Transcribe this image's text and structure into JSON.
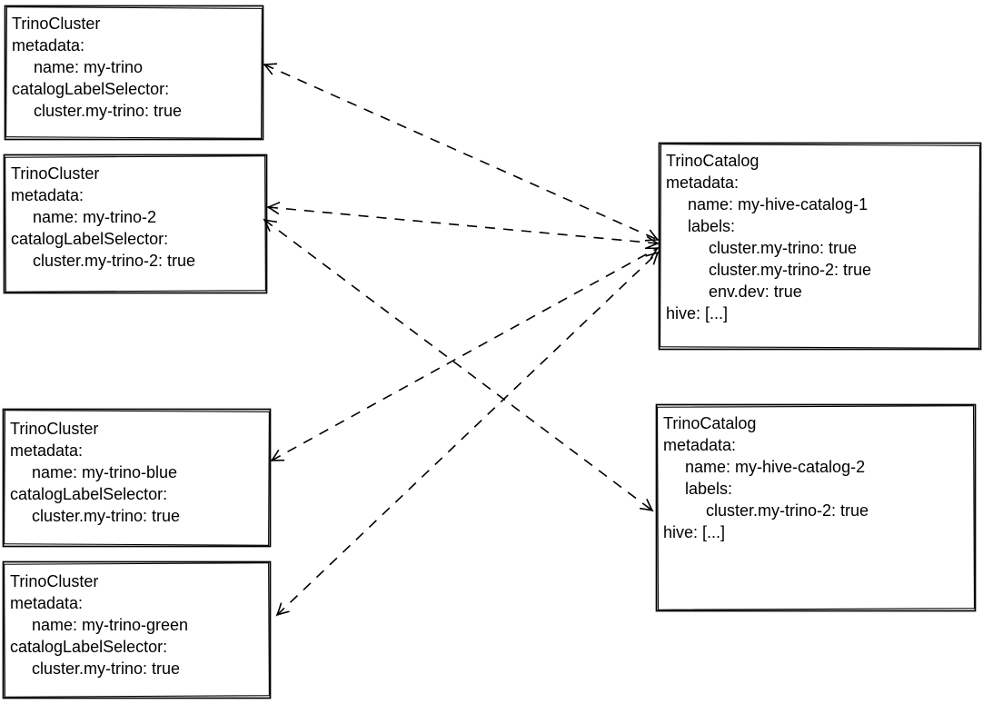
{
  "colors": {
    "background": "#ffffff",
    "stroke": "#000000",
    "text": "#000000"
  },
  "boxes": [
    {
      "kind": "TrinoCluster",
      "name": "my-trino",
      "lines": [
        "TrinoCluster",
        "metadata:",
        "name: my-trino",
        "catalogLabelSelector:",
        "cluster.my-trino: true"
      ]
    },
    {
      "kind": "TrinoCluster",
      "name": "my-trino-2",
      "lines": [
        "TrinoCluster",
        "metadata:",
        "name: my-trino-2",
        "catalogLabelSelector:",
        "cluster.my-trino-2: true"
      ]
    },
    {
      "kind": "TrinoCluster",
      "name": "my-trino-blue",
      "lines": [
        "TrinoCluster",
        "metadata:",
        "name: my-trino-blue",
        "catalogLabelSelector:",
        "cluster.my-trino: true"
      ]
    },
    {
      "kind": "TrinoCluster",
      "name": "my-trino-green",
      "lines": [
        "TrinoCluster",
        "metadata:",
        "name: my-trino-green",
        "catalogLabelSelector:",
        "cluster.my-trino: true"
      ]
    },
    {
      "kind": "TrinoCatalog",
      "name": "my-hive-catalog-1",
      "lines": [
        "TrinoCatalog",
        "metadata:",
        "name: my-hive-catalog-1",
        "labels:",
        "cluster.my-trino: true",
        "cluster.my-trino-2: true",
        "env.dev: true",
        "hive: [...]"
      ]
    },
    {
      "kind": "TrinoCatalog",
      "name": "my-hive-catalog-2",
      "lines": [
        "TrinoCatalog",
        "metadata:",
        "name: my-hive-catalog-2",
        "labels:",
        "cluster.my-trino-2: true",
        "hive: [...]"
      ]
    }
  ],
  "edges": [
    {
      "from": "my-trino",
      "to": "my-hive-catalog-1",
      "style": "dashed",
      "direction": "both"
    },
    {
      "from": "my-trino-2",
      "to": "my-hive-catalog-1",
      "style": "dashed",
      "direction": "both"
    },
    {
      "from": "my-trino-blue",
      "to": "my-hive-catalog-1",
      "style": "dashed",
      "direction": "both"
    },
    {
      "from": "my-trino-green",
      "to": "my-hive-catalog-1",
      "style": "dashed",
      "direction": "both"
    },
    {
      "from": "my-trino-2",
      "to": "my-hive-catalog-2",
      "style": "dashed",
      "direction": "both"
    }
  ]
}
